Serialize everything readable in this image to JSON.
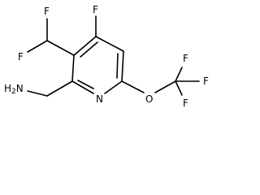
{
  "molecule": {
    "atoms": {
      "f_difluoromethyl_top": "F",
      "f_difluoromethyl_left": "F",
      "f_ring": "F",
      "aminomethyl_nh2": "H2N",
      "ring_nitrogen": "N",
      "ether_oxygen": "O",
      "cf3_f_top": "F",
      "cf3_f_right": "F",
      "cf3_f_bottom": "F"
    }
  }
}
